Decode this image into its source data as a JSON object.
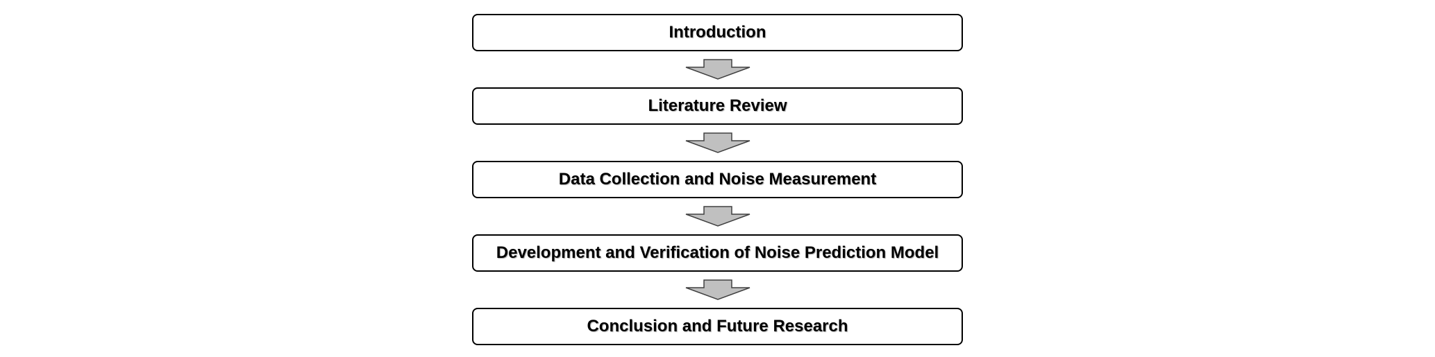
{
  "diagram": {
    "steps": [
      {
        "label": "Introduction"
      },
      {
        "label": "Literature Review"
      },
      {
        "label": "Data Collection and Noise Measurement"
      },
      {
        "label": "Development and Verification of Noise Prediction Model"
      },
      {
        "label": "Conclusion and Future Research"
      }
    ],
    "colors": {
      "box_border": "#000000",
      "box_fill": "#ffffff",
      "arrow_fill": "#c0c0c0",
      "arrow_stroke": "#404040"
    },
    "arrow_icon": "down-arrow-icon"
  }
}
